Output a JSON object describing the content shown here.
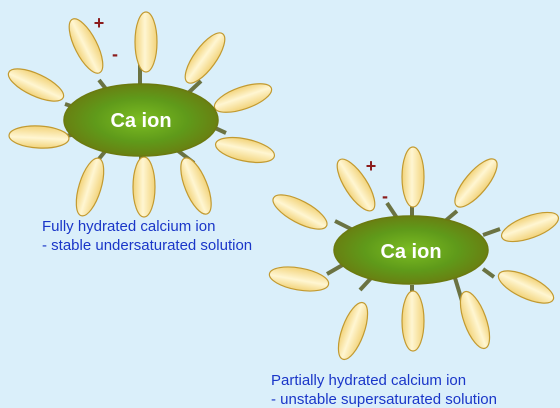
{
  "colors": {
    "background": "#daeffa",
    "ion_core": "#7cbd22",
    "ion_edge": "#6b7a10",
    "ion_label": "#ffffff",
    "bond": "#6b7342",
    "water_fill": "#fbe6a2",
    "water_core": "#fff6d2",
    "water_stroke": "#c29a30",
    "plus_sign": "#8b1c1c",
    "minus_sign": "#8b1c1c",
    "caption_text": "#1a36c8"
  },
  "icons": {
    "ion": "ellipse-shape",
    "water": "elongated-ellipse-shape",
    "charge_plus": "plus-glyph",
    "charge_minus": "minus-glyph"
  },
  "ions": [
    {
      "id": "full",
      "label": "Ca ion",
      "hydration": "full",
      "caption": [
        "Fully hydrated calcium ion",
        "- stable undersaturated solution"
      ]
    },
    {
      "id": "partial",
      "label": "Ca ion",
      "hydration": "partial",
      "caption": [
        "Partially hydrated calcium ion",
        "- unstable supersaturated solution"
      ]
    }
  ],
  "charge_marks": {
    "plus": "+",
    "minus": "-"
  }
}
